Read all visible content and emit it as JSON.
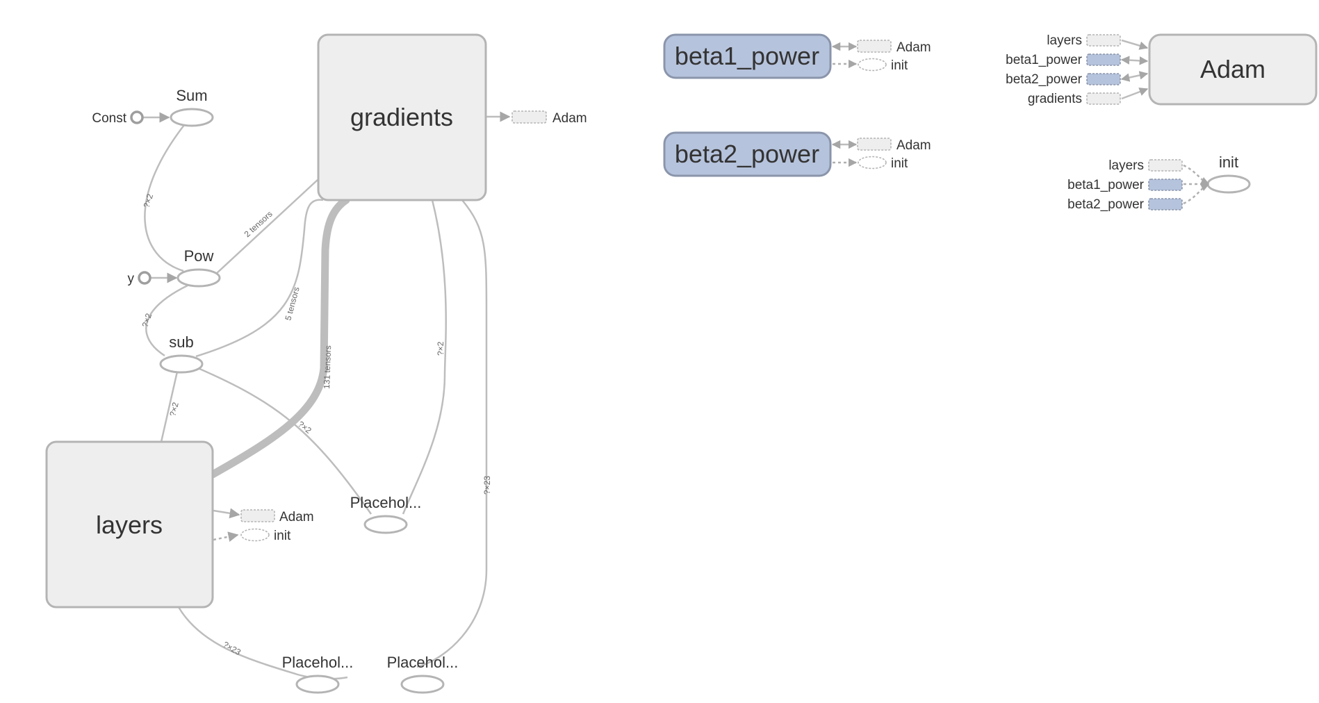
{
  "main_graph": {
    "gradients": "gradients",
    "layers": "layers",
    "sum": "Sum",
    "const": "Const",
    "pow": "Pow",
    "y": "y",
    "sub": "sub",
    "placeholder_1": "Placehol...",
    "placeholder_2": "Placehol...",
    "placeholder_3": "Placehol...",
    "gradients_out": "Adam",
    "layers_out_adam": "Adam",
    "layers_out_init": "init"
  },
  "edge_labels": {
    "sum_pow": "?×2",
    "pow_gradients": "2 tensors",
    "pow_sub": "?×2",
    "sub_gradients": "5 tensors",
    "layers_gradients": "131 tensors",
    "sub_layers": "?×2",
    "sub_placeholder": "?×2",
    "gradients_placeholder": "?×2",
    "gradients_placeholder_bottom": "?×23",
    "layers_placeholder_bottom": "?×23"
  },
  "beta1_power": {
    "label": "beta1_power",
    "out_adam": "Adam",
    "out_init": "init"
  },
  "beta2_power": {
    "label": "beta2_power",
    "out_adam": "Adam",
    "out_init": "init"
  },
  "adam": {
    "label": "Adam",
    "inputs": [
      "layers",
      "beta1_power",
      "beta2_power",
      "gradients"
    ]
  },
  "init": {
    "label": "init",
    "inputs": [
      "layers",
      "beta1_power",
      "beta2_power"
    ]
  }
}
